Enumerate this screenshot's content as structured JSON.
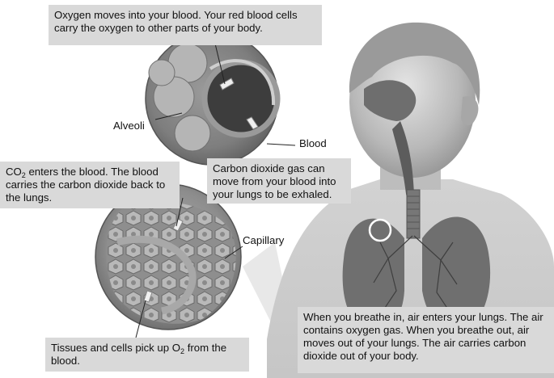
{
  "callouts": {
    "oxygen": "Oxygen moves into your blood. Your red blood cells carry the oxygen to other parts of your body.",
    "co2_into_blood": {
      "part1": "CO",
      "sub": "2",
      "part2": " enters the blood. The blood carries the carbon dioxide back to the lungs."
    },
    "carbon_dioxide_exhaled": "Carbon dioxide gas can move from your blood into your lungs to be exhaled.",
    "tissues": {
      "part1": "Tissues and cells pick up O",
      "sub": "2",
      "part2": " from the blood."
    },
    "breathing": "When you breathe in, air enters your lungs. The air contains oxygen gas. When you breathe out, air moves out of your lungs. The air carries carbon dioxide out of your body."
  },
  "labels": {
    "alveoli": "Alveoli",
    "blood": "Blood",
    "capillary": "Capillary"
  }
}
